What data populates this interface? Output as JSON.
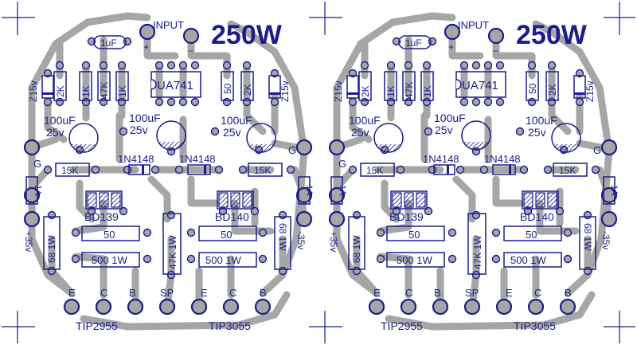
{
  "colors": {
    "background": "#ffffff",
    "trace": "#a6a6a6",
    "silkscreen": "#1c1c8c",
    "pad_fill": "#a6a6a6",
    "pad_ring": "#1c1c8c"
  },
  "boards": [
    {
      "id": "left",
      "title": "250W",
      "input_label": "INPUT",
      "input_plus": "+",
      "input_minus": "−",
      "cap_1uf": "1uF",
      "resistors_top": [
        "2K",
        "1K",
        "47K",
        "1K"
      ],
      "opamp": "UA741",
      "resistors_top_right": [
        "50",
        "2K"
      ],
      "zener_left": "Z15v",
      "zener_right": "Z15v",
      "cap_left_value": "100uF",
      "cap_left_voltage": "25v",
      "cap_mid_value": "100uF",
      "cap_mid_voltage": "25v",
      "cap_right_value": "100uF",
      "cap_right_voltage": "25v",
      "g_left": "G",
      "g_right": "G",
      "diode_left": "1N4148",
      "diode_right": "1N4148",
      "r15k_left": "15K",
      "r15k_right": "15K",
      "fuse_left": "1A",
      "fuse_right": "1A",
      "driver_left": "BD139",
      "driver_right": "BD140",
      "r68_left": "68 1W",
      "r68_right": "68 1W",
      "supply_left": "+35v",
      "supply_right": "-35v",
      "r50_left": "50",
      "r50_right": "50",
      "r47k1w": "47K 1W",
      "r500_left": "500 1W",
      "r500_right": "500 1W",
      "pins": [
        "E",
        "C",
        "B",
        "SP",
        "E",
        "C",
        "B"
      ],
      "out_left": "TIP2955",
      "out_right": "TIP3055"
    },
    {
      "id": "right",
      "title": "250W",
      "input_label": "INPUT",
      "input_plus": "+",
      "input_minus": "−",
      "cap_1uf": "1uF",
      "resistors_top": [
        "2K",
        "1K",
        "47K",
        "1K"
      ],
      "opamp": "UA741",
      "resistors_top_right": [
        "50",
        "2K"
      ],
      "zener_left": "Z15v",
      "zener_right": "Z15v",
      "cap_left_value": "100uF",
      "cap_left_voltage": "25v",
      "cap_mid_value": "100uF",
      "cap_mid_voltage": "25v",
      "cap_right_value": "100uF",
      "cap_right_voltage": "25v",
      "g_left": "G",
      "g_right": "G",
      "diode_left": "1N4148",
      "diode_right": "1N4148",
      "r15k_left": "15K",
      "r15k_right": "15K",
      "fuse_left": "1A",
      "fuse_right": "1A",
      "driver_left": "BD139",
      "driver_right": "BD140",
      "r68_left": "68 1W",
      "r68_right": "68 1W",
      "supply_left": "+35v",
      "supply_right": "-35v",
      "r50_left": "50",
      "r50_right": "50",
      "r47k1w": "47K 1W",
      "r500_left": "500 1W",
      "r500_right": "500 1W",
      "pins": [
        "E",
        "C",
        "B",
        "SP",
        "E",
        "C",
        "B"
      ],
      "out_left": "TIP2955",
      "out_right": "TIP3055"
    }
  ]
}
